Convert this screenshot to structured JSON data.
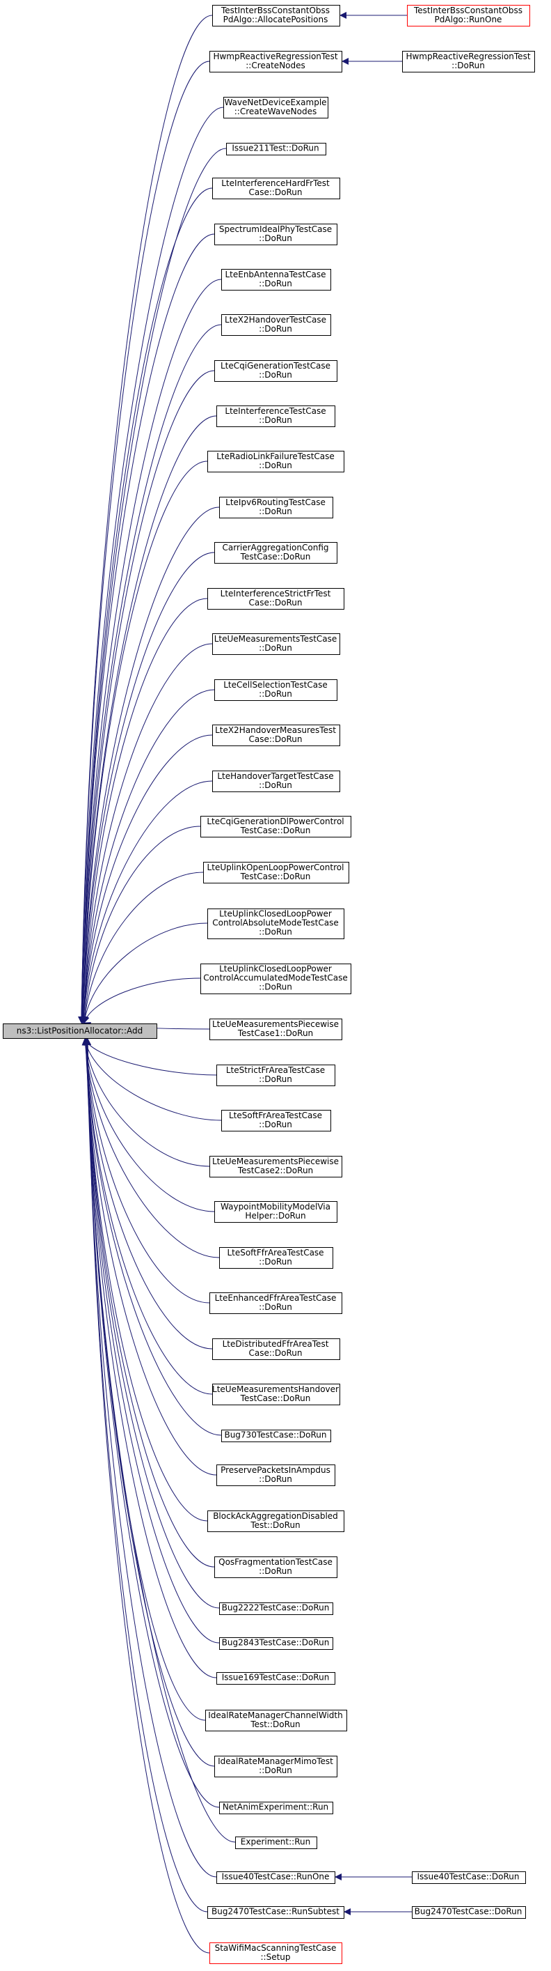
{
  "root": {
    "id": "root",
    "lines": [
      "ns3::ListPositionAllocator::Add"
    ]
  },
  "callers": [
    {
      "id": "n0",
      "lines": [
        "TestInterBssConstantObss",
        "PdAlgo::AllocatePositions"
      ]
    },
    {
      "id": "n1",
      "lines": [
        "HwmpReactiveRegressionTest",
        "::CreateNodes"
      ]
    },
    {
      "id": "n2",
      "lines": [
        "WaveNetDeviceExample",
        "::CreateWaveNodes"
      ]
    },
    {
      "id": "n3",
      "lines": [
        "Issue211Test::DoRun"
      ]
    },
    {
      "id": "n4",
      "lines": [
        "LteInterferenceHardFrTest",
        "Case::DoRun"
      ]
    },
    {
      "id": "n5",
      "lines": [
        "SpectrumIdealPhyTestCase",
        "::DoRun"
      ]
    },
    {
      "id": "n6",
      "lines": [
        "LteEnbAntennaTestCase",
        "::DoRun"
      ]
    },
    {
      "id": "n7",
      "lines": [
        "LteX2HandoverTestCase",
        "::DoRun"
      ]
    },
    {
      "id": "n8",
      "lines": [
        "LteCqiGenerationTestCase",
        "::DoRun"
      ]
    },
    {
      "id": "n9",
      "lines": [
        "LteInterferenceTestCase",
        "::DoRun"
      ]
    },
    {
      "id": "n10",
      "lines": [
        "LteRadioLinkFailureTestCase",
        "::DoRun"
      ]
    },
    {
      "id": "n11",
      "lines": [
        "LteIpv6RoutingTestCase",
        "::DoRun"
      ]
    },
    {
      "id": "n12",
      "lines": [
        "CarrierAggregationConfig",
        "TestCase::DoRun"
      ]
    },
    {
      "id": "n13",
      "lines": [
        "LteInterferenceStrictFrTest",
        "Case::DoRun"
      ]
    },
    {
      "id": "n14",
      "lines": [
        "LteUeMeasurementsTestCase",
        "::DoRun"
      ]
    },
    {
      "id": "n15",
      "lines": [
        "LteCellSelectionTestCase",
        "::DoRun"
      ]
    },
    {
      "id": "n16",
      "lines": [
        "LteX2HandoverMeasuresTest",
        "Case::DoRun"
      ]
    },
    {
      "id": "n17",
      "lines": [
        "LteHandoverTargetTestCase",
        "::DoRun"
      ]
    },
    {
      "id": "n18",
      "lines": [
        "LteCqiGenerationDlPowerControl",
        "TestCase::DoRun"
      ]
    },
    {
      "id": "n19",
      "lines": [
        "LteUplinkOpenLoopPowerControl",
        "TestCase::DoRun"
      ]
    },
    {
      "id": "n20",
      "lines": [
        "LteUplinkClosedLoopPower",
        "ControlAbsoluteModeTestCase",
        "::DoRun"
      ]
    },
    {
      "id": "n21",
      "lines": [
        "LteUplinkClosedLoopPower",
        "ControlAccumulatedModeTestCase",
        "::DoRun"
      ]
    },
    {
      "id": "n22",
      "lines": [
        "LteUeMeasurementsPiecewise",
        "TestCase1::DoRun"
      ]
    },
    {
      "id": "n23",
      "lines": [
        "LteStrictFrAreaTestCase",
        "::DoRun"
      ]
    },
    {
      "id": "n24",
      "lines": [
        "LteSoftFrAreaTestCase",
        "::DoRun"
      ]
    },
    {
      "id": "n25",
      "lines": [
        "LteUeMeasurementsPiecewise",
        "TestCase2::DoRun"
      ]
    },
    {
      "id": "n26",
      "lines": [
        "WaypointMobilityModelVia",
        "Helper::DoRun"
      ]
    },
    {
      "id": "n27",
      "lines": [
        "LteSoftFfrAreaTestCase",
        "::DoRun"
      ]
    },
    {
      "id": "n28",
      "lines": [
        "LteEnhancedFfrAreaTestCase",
        "::DoRun"
      ]
    },
    {
      "id": "n29",
      "lines": [
        "LteDistributedFfrAreaTest",
        "Case::DoRun"
      ]
    },
    {
      "id": "n30",
      "lines": [
        "LteUeMeasurementsHandover",
        "TestCase::DoRun"
      ]
    },
    {
      "id": "n31",
      "lines": [
        "Bug730TestCase::DoRun"
      ]
    },
    {
      "id": "n32",
      "lines": [
        "PreservePacketsInAmpdus",
        "::DoRun"
      ]
    },
    {
      "id": "n33",
      "lines": [
        "BlockAckAggregationDisabled",
        "Test::DoRun"
      ]
    },
    {
      "id": "n34",
      "lines": [
        "QosFragmentationTestCase",
        "::DoRun"
      ]
    },
    {
      "id": "n35",
      "lines": [
        "Bug2222TestCase::DoRun"
      ]
    },
    {
      "id": "n36",
      "lines": [
        "Bug2843TestCase::DoRun"
      ]
    },
    {
      "id": "n37",
      "lines": [
        "Issue169TestCase::DoRun"
      ]
    },
    {
      "id": "n38",
      "lines": [
        "IdealRateManagerChannelWidth",
        "Test::DoRun"
      ]
    },
    {
      "id": "n39",
      "lines": [
        "IdealRateManagerMimoTest",
        "::DoRun"
      ]
    },
    {
      "id": "n40",
      "lines": [
        "NetAnimExperiment::Run"
      ]
    },
    {
      "id": "n41",
      "lines": [
        "Experiment::Run"
      ]
    },
    {
      "id": "n42",
      "lines": [
        "Issue40TestCase::RunOne"
      ]
    },
    {
      "id": "n43",
      "lines": [
        "Bug2470TestCase::RunSubtest"
      ]
    },
    {
      "id": "n44",
      "lines": [
        "StaWifiMacScanningTestCase",
        "::Setup"
      ]
    }
  ],
  "outer": [
    {
      "id": "o0",
      "lines": [
        "TestInterBssConstantObss",
        "PdAlgo::RunOne"
      ],
      "caller_of": "n0"
    },
    {
      "id": "o1",
      "lines": [
        "HwmpReactiveRegressionTest",
        "::DoRun"
      ],
      "caller_of": "n1"
    },
    {
      "id": "o2",
      "lines": [
        "Issue40TestCase::DoRun"
      ],
      "caller_of": "n42"
    },
    {
      "id": "o3",
      "lines": [
        "Bug2470TestCase::DoRun"
      ],
      "caller_of": "n43"
    }
  ],
  "truncated_nodes": [
    "o0",
    "n44"
  ],
  "colors": {
    "edge": "#191970",
    "box_border": "#000000",
    "truncated_border": "#ff0000",
    "root_fill": "#bfbfbf",
    "background": "#ffffff"
  }
}
